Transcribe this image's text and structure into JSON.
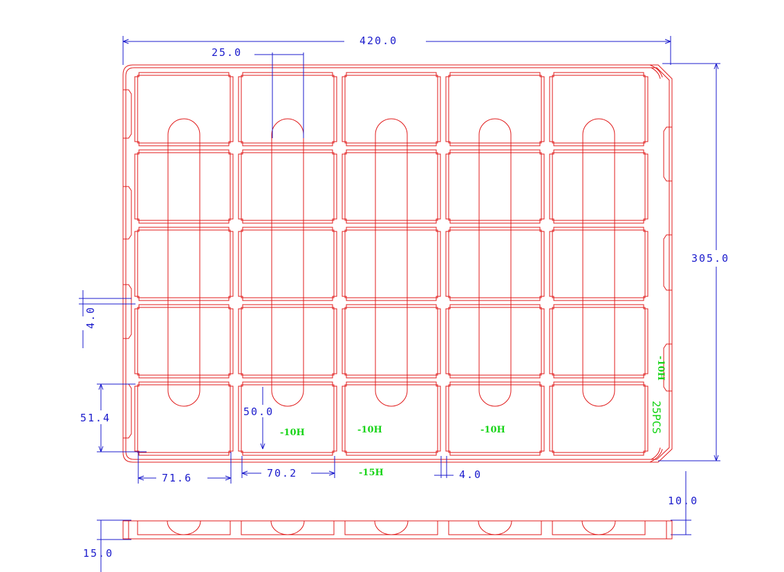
{
  "dimensions": {
    "overall_width": "420.0",
    "overall_height": "305.0",
    "slot_width": "25.0",
    "edge_gap": "4.0",
    "pocket_height": "51.4",
    "inner_pocket_height": "50.0",
    "pocket_width": "71.6",
    "inner_pocket_width": "70.2",
    "pocket_gap": "4.0",
    "tray_height": "15.0",
    "flange_height": "10.0"
  },
  "notes": {
    "depth_1": "-10H",
    "depth_2": "-10H",
    "depth_3": "-10H",
    "depth_4": "-15H",
    "depth_side": "-10H",
    "quantity": "25PCS"
  },
  "colors": {
    "outline": "#e01818",
    "dimension": "#1a1acc",
    "annotation": "#18d418"
  }
}
